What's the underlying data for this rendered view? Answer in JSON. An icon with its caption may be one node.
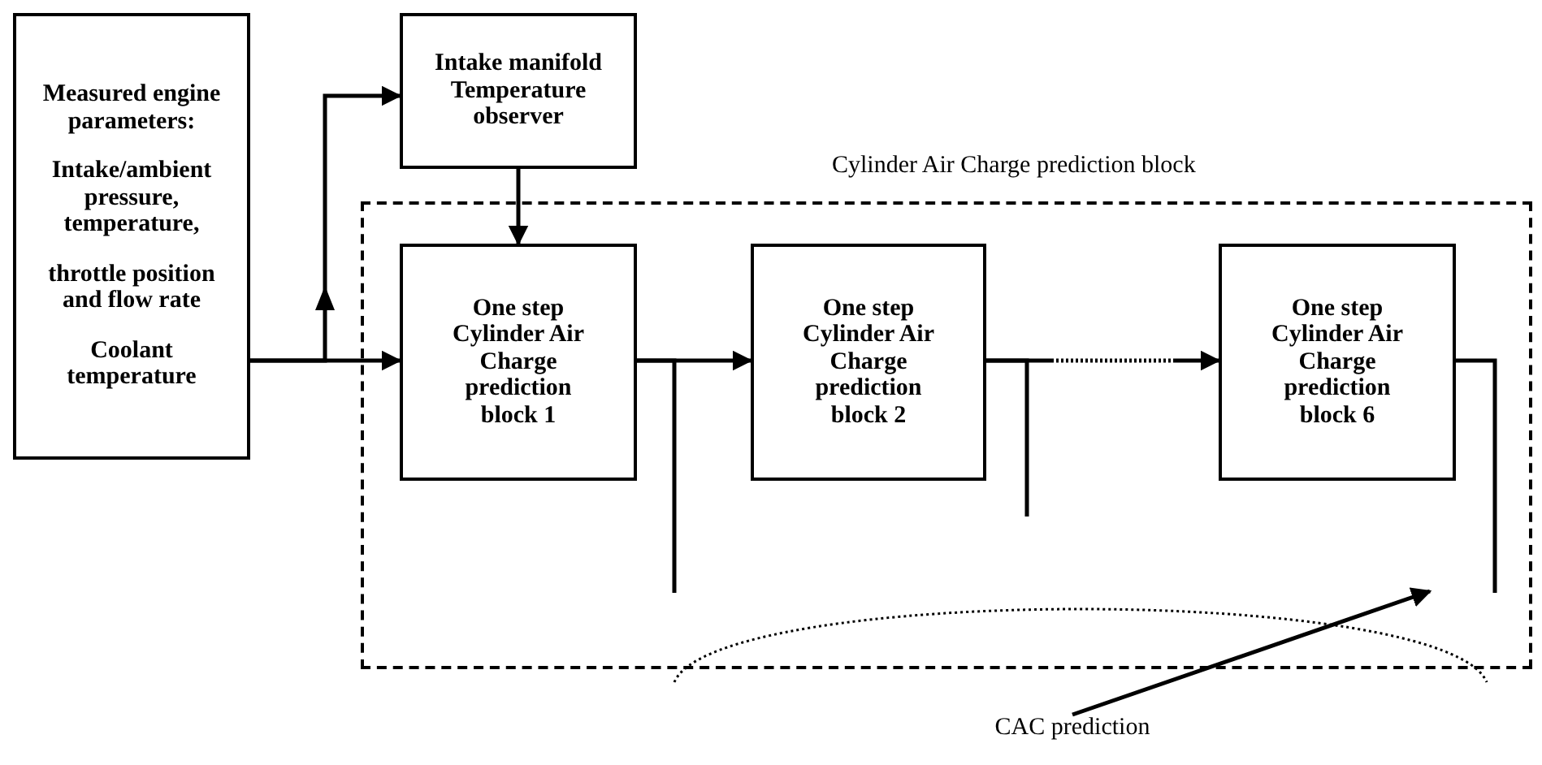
{
  "diagram": {
    "nodes": [
      {
        "text": [
          "Measured engine parameters:",
          "Intake/ambient pressure, temperature,",
          "throttle position and flow rate",
          "Coolant temperature"
        ]
      },
      {
        "text": [
          "Intake manifold Temperature observer"
        ]
      },
      {
        "text": [
          "Cylinder Air Charge prediction block"
        ]
      },
      {
        "text": [
          "One step Cylinder Air Charge prediction block 1"
        ],
        "in": 2
      },
      {
        "text": [
          "One step Cylinder Air Charge prediction block 2"
        ],
        "in": 2
      },
      {
        "text": [
          "One step Cylinder Air Charge prediction block 6"
        ],
        "in": 2
      },
      {
        "text": [
          "CAC prediction"
        ]
      }
    ],
    "edges": [
      {
        "from": 0,
        "to": 3,
        "arrow": "to"
      },
      {
        "from": 0,
        "to": 1,
        "arrow": "to"
      },
      {
        "from": 1,
        "to": 3,
        "arrow": "to"
      },
      {
        "from": 3,
        "to": 4,
        "arrow": "to"
      },
      {
        "from": 4,
        "to": 5,
        "arrow": "to",
        "style": "dashed"
      },
      {
        "from": 3,
        "to": null,
        "arrow": "none"
      },
      {
        "from": 4,
        "to": null,
        "arrow": "none"
      },
      {
        "from": 5,
        "to": null,
        "arrow": "none"
      },
      {
        "from": 6,
        "to": null,
        "arrow": "to"
      }
    ]
  }
}
